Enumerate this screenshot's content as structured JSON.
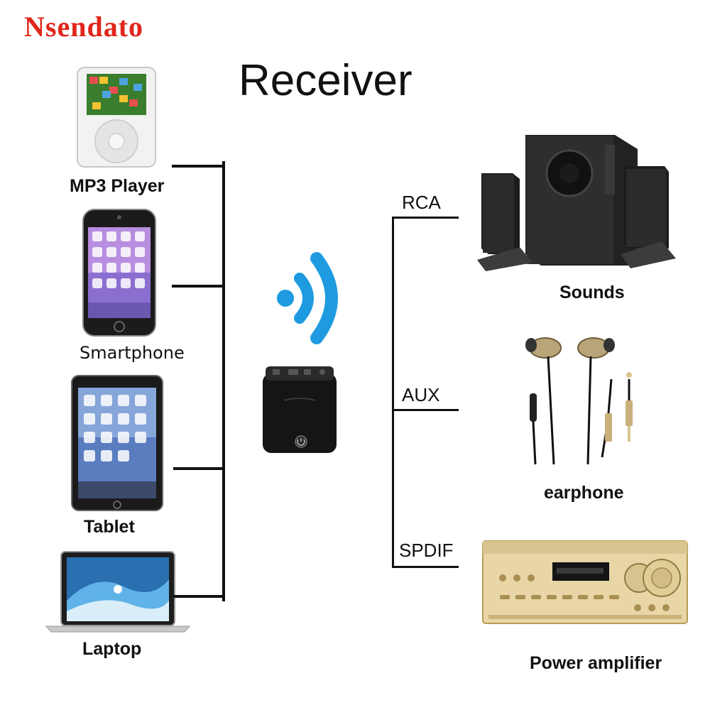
{
  "brand": "Nsendato",
  "title": "Receiver",
  "sources": [
    {
      "label": "MP3 Player",
      "icon": "mp3-player"
    },
    {
      "label": "Smartphone",
      "icon": "smartphone"
    },
    {
      "label": "Tablet",
      "icon": "tablet"
    },
    {
      "label": "Laptop",
      "icon": "laptop"
    }
  ],
  "outputs": [
    {
      "port": "RCA",
      "label": "Sounds",
      "icon": "speakers"
    },
    {
      "port": "AUX",
      "label": "earphone",
      "icon": "earphones"
    },
    {
      "port": "SPDIF",
      "label": "Power amplifier",
      "icon": "amplifier"
    }
  ],
  "colors": {
    "brand": "#e0251b",
    "wireless": "#1e9be0",
    "lines": "#111111"
  }
}
